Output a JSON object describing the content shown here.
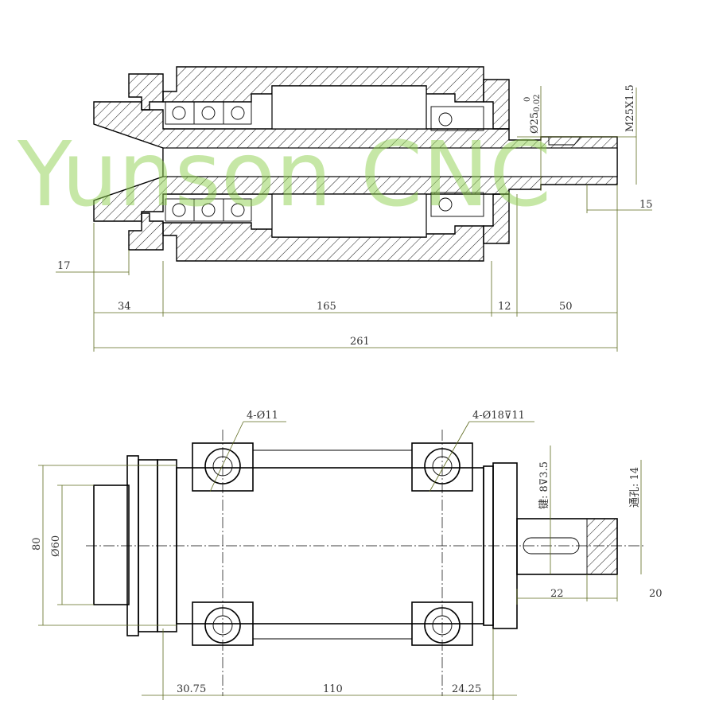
{
  "watermark": "Yunson CNC",
  "colors": {
    "outline": "#000000",
    "dimension": "#5e6a1e",
    "watermark": "#8fd14f",
    "background": "#ffffff"
  },
  "side_view": {
    "dims": {
      "d17": "17",
      "d34": "34",
      "d165": "165",
      "d12": "12",
      "d50": "50",
      "d261": "261",
      "d15": "15",
      "d25": "Ø25",
      "tol_upper": "0",
      "tol_lower": "-0.02",
      "thread": "M25X1.5"
    }
  },
  "top_view": {
    "dims": {
      "holes_left": "4-Ø11",
      "holes_right": "4-Ø18⊽11",
      "d80": "80",
      "d60": "Ø60",
      "key": "键: 8⊽3.5",
      "thru": "通孔: 14",
      "d22": "22",
      "d20": "20",
      "d3075": "30.75",
      "d110": "110",
      "d2425": "24.25"
    }
  }
}
